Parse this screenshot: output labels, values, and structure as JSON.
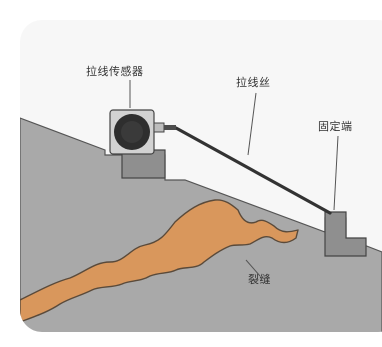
{
  "labels": {
    "sensor": "拉线传感器",
    "wire": "拉线丝",
    "anchor": "固定端",
    "crack": "裂缝"
  },
  "colors": {
    "background_panel": "#f7f7f7",
    "slope_fill": "#a9a9a9",
    "slope_edge": "#555555",
    "crack_fill": "#d9975c",
    "crack_edge": "#5a4a3a",
    "sensor_body": "#cfcfcf",
    "sensor_dial": "#2e2e2e",
    "base_block": "#888888",
    "wire": "#444444",
    "text": "#333333"
  },
  "icons": {
    "sensor": "draw-wire-sensor-icon",
    "anchor": "fixed-anchor-icon"
  }
}
